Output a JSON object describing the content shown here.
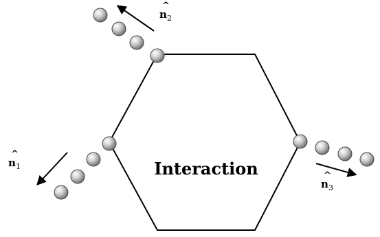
{
  "diagram": {
    "center_label": "Interaction",
    "hat_symbol": "^",
    "vectors": [
      {
        "id": "n1",
        "base": "n",
        "sub": "1"
      },
      {
        "id": "n2",
        "base": "n",
        "sub": "2"
      },
      {
        "id": "n3",
        "base": "n",
        "sub": "3"
      }
    ],
    "colors": {
      "line": "#000000",
      "particle_light": "#f2f2f2",
      "particle_dark": "#6f6f6f"
    }
  }
}
